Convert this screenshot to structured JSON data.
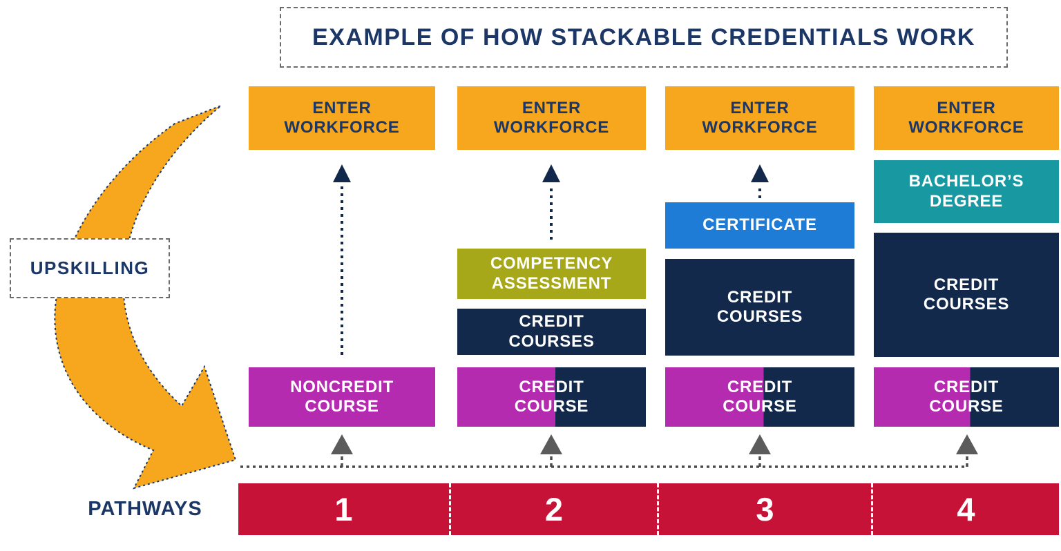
{
  "title": "EXAMPLE OF HOW STACKABLE CREDENTIALS WORK",
  "upskilling": {
    "label": "UPSKILLING"
  },
  "pathways": {
    "label": "PATHWAYS",
    "numbers": [
      "1",
      "2",
      "3",
      "4"
    ]
  },
  "boxes": {
    "col1": {
      "enter": "ENTER\nWORKFORCE",
      "noncredit": "NONCREDIT\nCOURSE"
    },
    "col2": {
      "enter": "ENTER\nWORKFORCE",
      "competency": "COMPETENCY\nASSESSMENT",
      "credit_courses": "CREDIT\nCOURSES",
      "credit_course": "CREDIT\nCOURSE"
    },
    "col3": {
      "enter": "ENTER\nWORKFORCE",
      "certificate": "CERTIFICATE",
      "credit_courses": "CREDIT\nCOURSES",
      "credit_course": "CREDIT\nCOURSE"
    },
    "col4": {
      "enter": "ENTER\nWORKFORCE",
      "bachelors": "BACHELOR’S\nDEGREE",
      "credit_courses": "CREDIT\nCOURSES",
      "credit_course": "CREDIT\nCOURSE"
    }
  },
  "icons": {
    "upskilling_arrow": "curved-down-arrow",
    "up_arrows": "dashed-up-arrow",
    "bottom_arrows": "dashed-up-arrow"
  },
  "colors": {
    "orange": "#F6A71D",
    "navy": "#13294B",
    "navy_text": "#1C3765",
    "magenta": "#B42BAF",
    "olive": "#A6A719",
    "blue": "#1E7CD6",
    "teal": "#1899A1",
    "red": "#C51236",
    "gray_arrow": "#5B5B5B",
    "dashed_line": "#4A4A4A"
  }
}
